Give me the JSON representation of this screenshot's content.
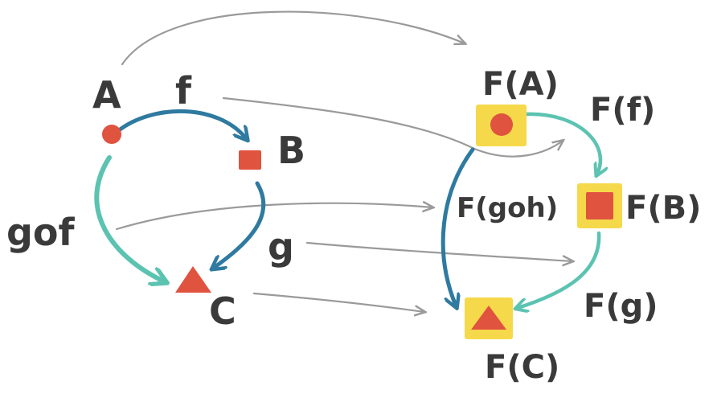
{
  "colors": {
    "object": "#e0533f",
    "functor_box": "#f6d94a",
    "arrow_blue": "#2f7aa0",
    "arrow_teal": "#5cc3b1",
    "ghost_arrow": "#9a9a9a",
    "text": "#3a3a3a"
  },
  "source_category": {
    "object_a": "A",
    "object_b": "B",
    "object_c": "C",
    "morphism_f": "f",
    "morphism_g": "g",
    "composite": "gof"
  },
  "target_category": {
    "object_fa": "F(A)",
    "object_fb": "F(B)",
    "object_fc": "F(C)",
    "morphism_ff": "F(f)",
    "morphism_fg": "F(g)",
    "composite_f": "F(goh)"
  }
}
